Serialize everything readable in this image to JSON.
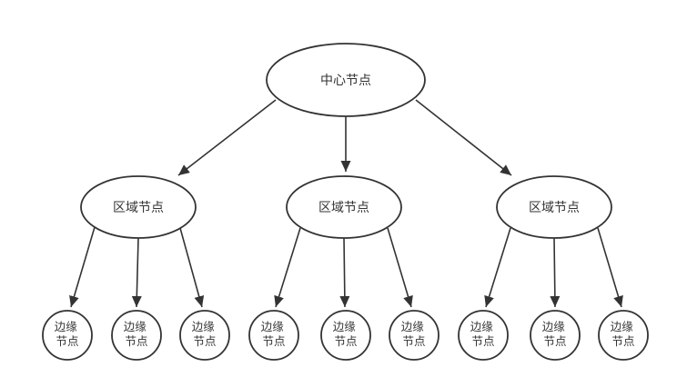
{
  "diagram": {
    "type": "tree",
    "root": {
      "label": "中心节点"
    },
    "regions": [
      {
        "label": "区域节点"
      },
      {
        "label": "区域节点"
      },
      {
        "label": "区域节点"
      }
    ],
    "edge_nodes": [
      {
        "line1": "边缘",
        "line2": "节点"
      },
      {
        "line1": "边缘",
        "line2": "节点"
      },
      {
        "line1": "边缘",
        "line2": "节点"
      },
      {
        "line1": "边缘",
        "line2": "节点"
      },
      {
        "line1": "边缘",
        "line2": "节点"
      },
      {
        "line1": "边缘",
        "line2": "节点"
      },
      {
        "line1": "边缘",
        "line2": "节点"
      },
      {
        "line1": "边缘",
        "line2": "节点"
      },
      {
        "line1": "边缘",
        "line2": "节点"
      }
    ],
    "colors": {
      "stroke": "#333333",
      "text": "#333333",
      "background": "#ffffff"
    }
  }
}
